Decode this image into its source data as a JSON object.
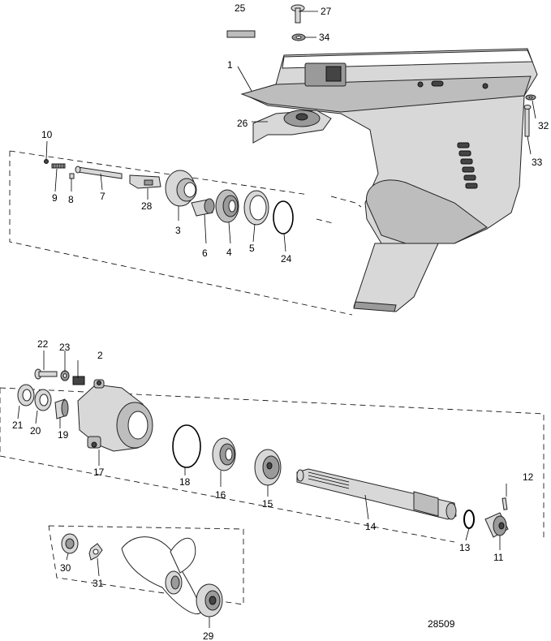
{
  "diagram": {
    "reference_number": "28509",
    "callouts": [
      "1",
      "2",
      "3",
      "4",
      "5",
      "6",
      "7",
      "8",
      "9",
      "10",
      "11",
      "12",
      "13",
      "14",
      "15",
      "16",
      "17",
      "18",
      "19",
      "20",
      "21",
      "22",
      "23",
      "24",
      "25",
      "26",
      "27",
      "28",
      "29",
      "30",
      "31",
      "32",
      "33",
      "34"
    ]
  }
}
